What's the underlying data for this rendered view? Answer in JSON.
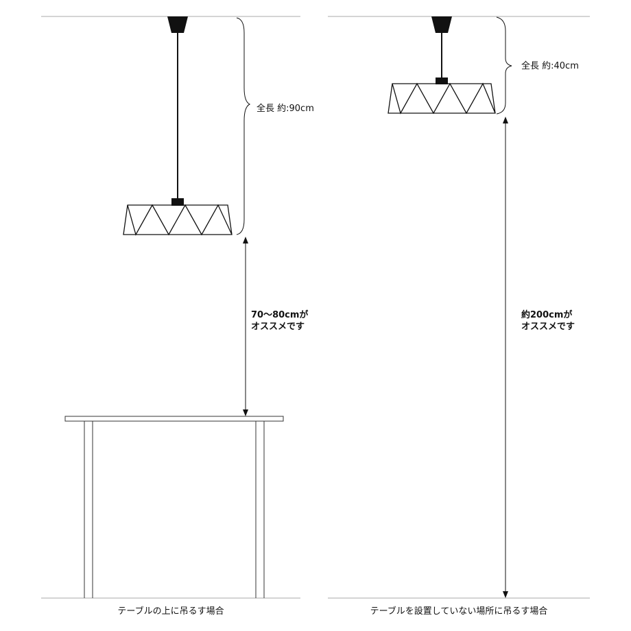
{
  "left_scene": {
    "length_label": "全長 約:90cm",
    "distance_label_line1": "70〜80cmが",
    "distance_label_line2": "オススメです",
    "caption": "テーブルの上に吊るす場合"
  },
  "right_scene": {
    "length_label": "全長 約:40cm",
    "distance_label_line1": "約200cmが",
    "distance_label_line2": "オススメです",
    "caption": "テーブルを設置していない場所に吊るす場合"
  },
  "colors": {
    "line": "#111111",
    "ceiling_line": "#999999",
    "table": "#333333",
    "background": "#ffffff"
  }
}
